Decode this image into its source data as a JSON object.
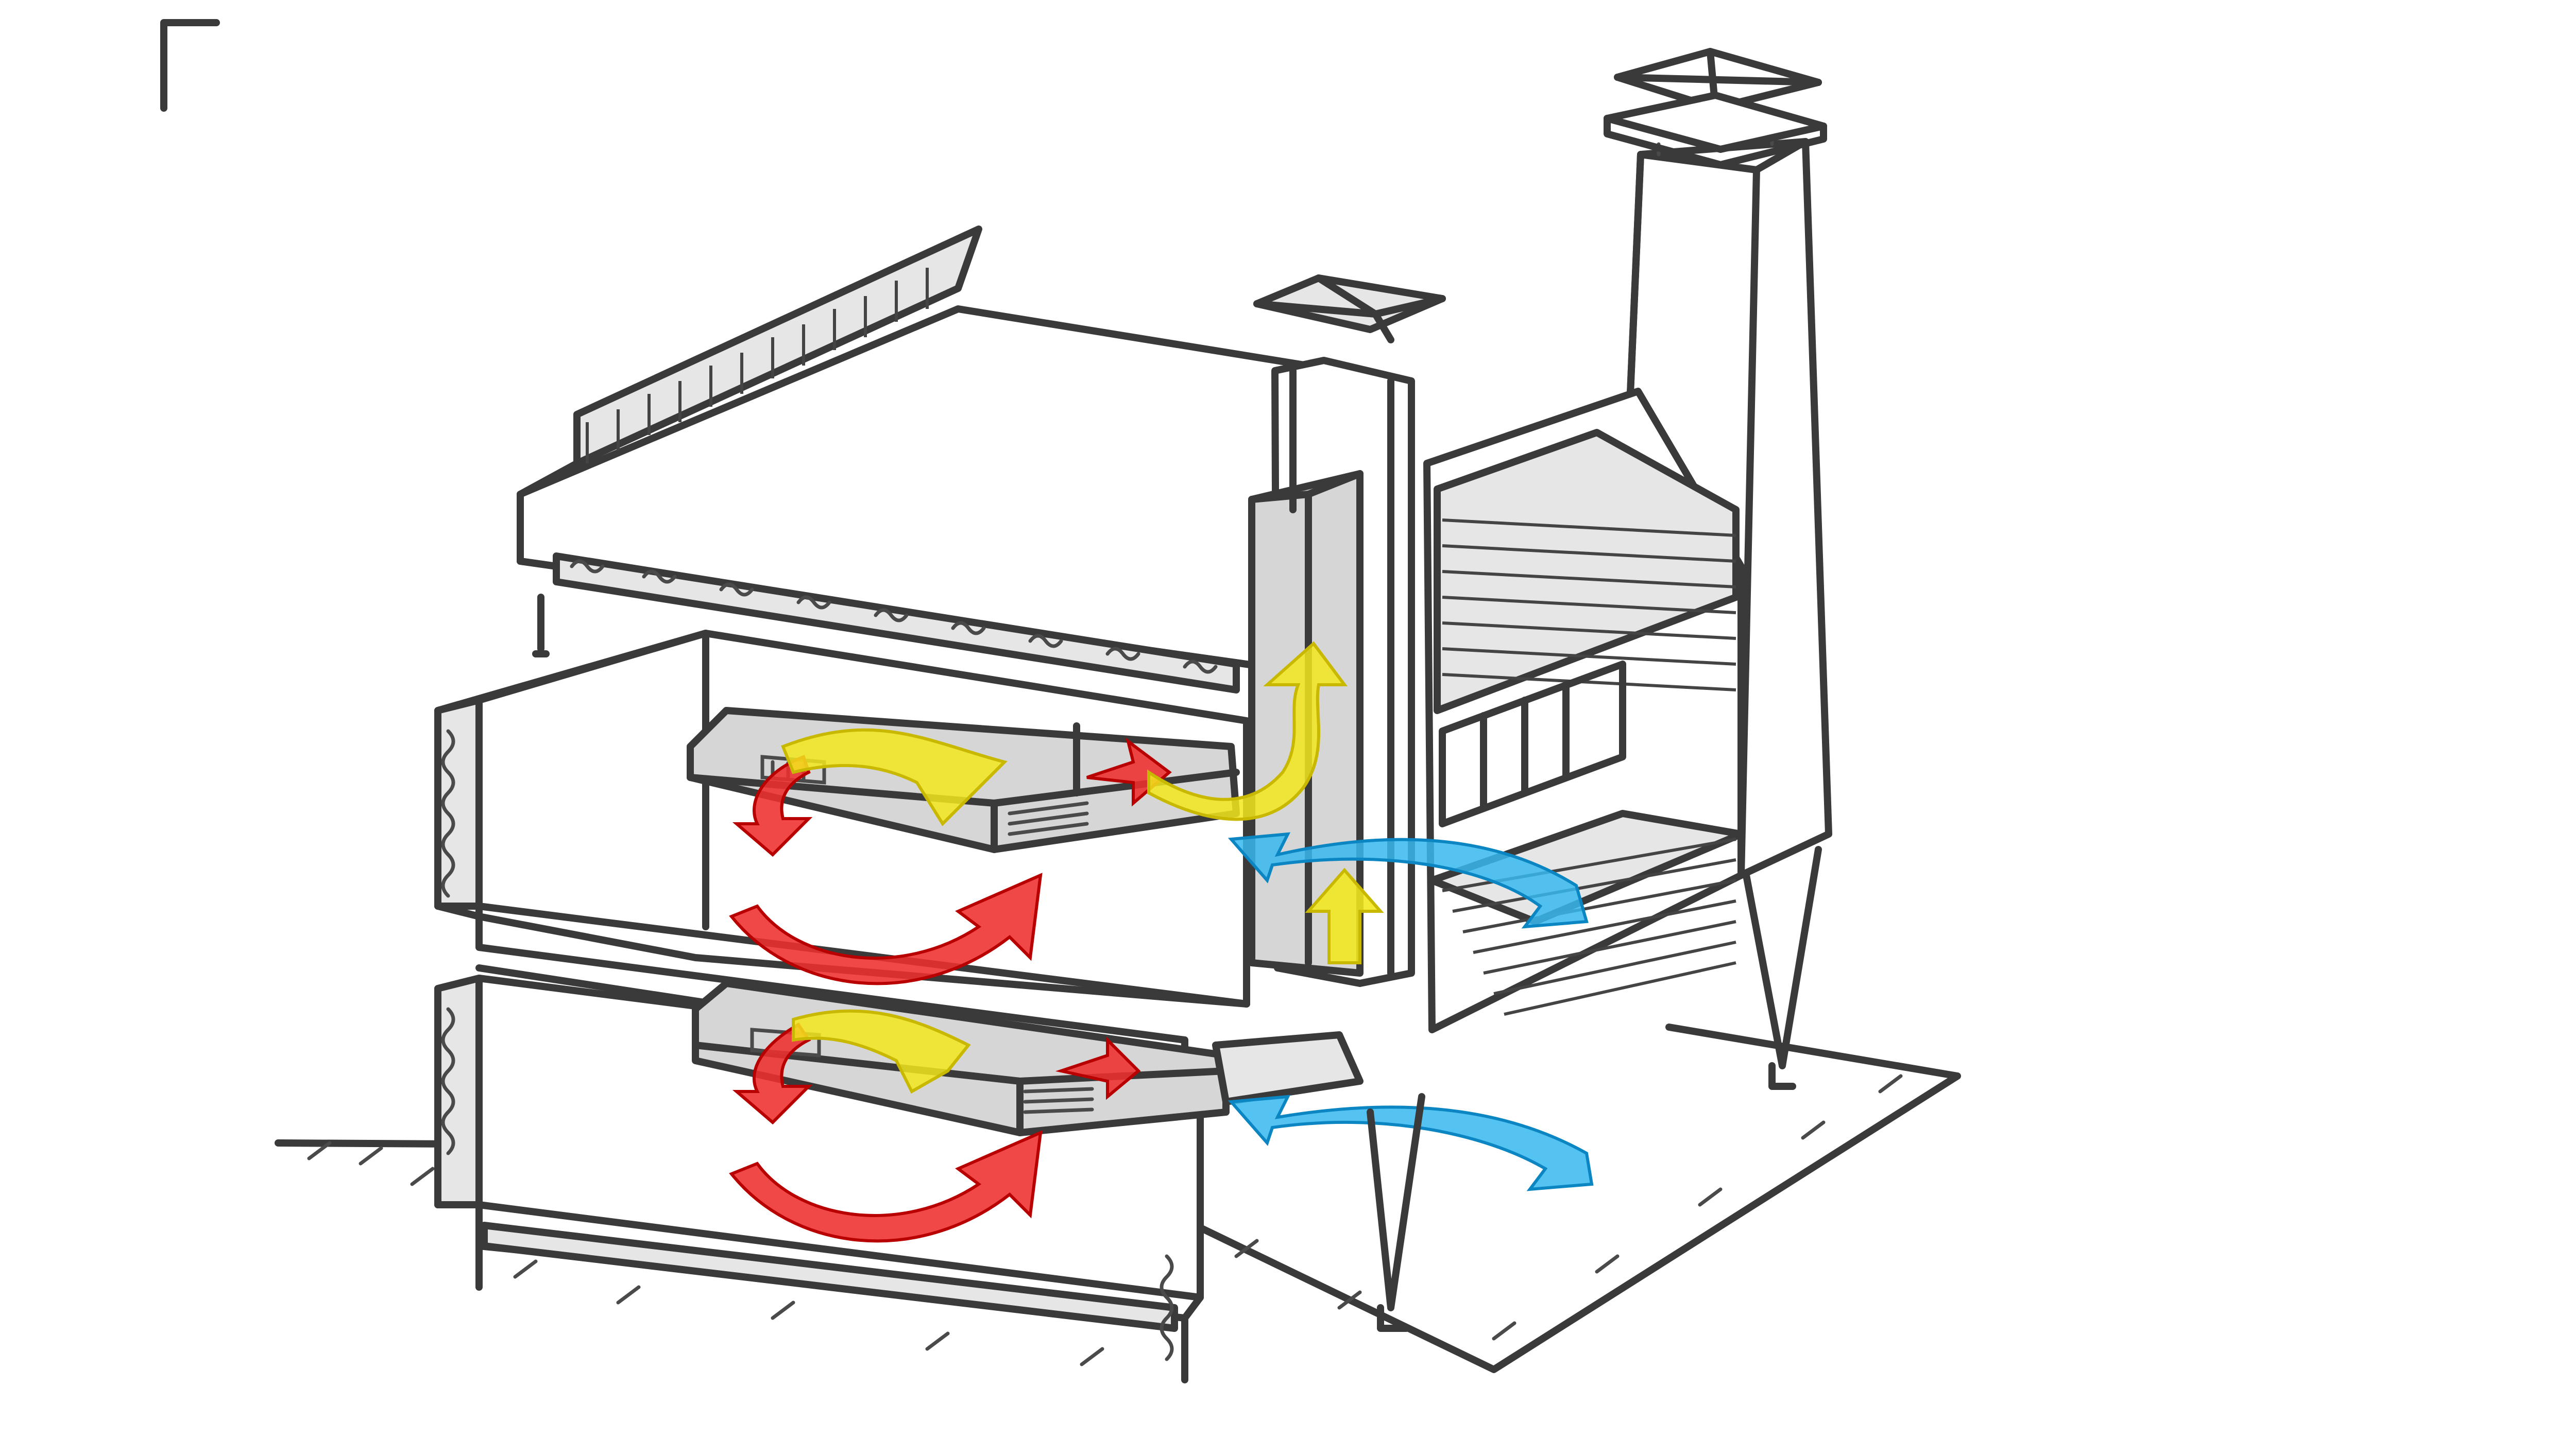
{
  "diagram": {
    "kind": "isometric building section sketch",
    "colors": {
      "ink": "#3a3a3a",
      "shade": "#d6d6d6",
      "warm_air": "#ee2e2e",
      "exhaust_air": "#f3e81c",
      "fresh_air": "#36b8ee"
    },
    "icons": [
      "corner-mark-icon",
      "chimney-cap-icon",
      "vent-cap-icon"
    ],
    "flows": [
      {
        "id": "upper-warm-recirculation",
        "color_key": "warm_air"
      },
      {
        "id": "lower-warm-recirculation",
        "color_key": "warm_air"
      },
      {
        "id": "upper-exhaust",
        "color_key": "exhaust_air"
      },
      {
        "id": "lower-exhaust",
        "color_key": "exhaust_air"
      },
      {
        "id": "shaft-exhaust-up",
        "color_key": "exhaust_air"
      },
      {
        "id": "upper-fresh-intake",
        "color_key": "fresh_air"
      },
      {
        "id": "lower-fresh-intake",
        "color_key": "fresh_air"
      }
    ]
  }
}
